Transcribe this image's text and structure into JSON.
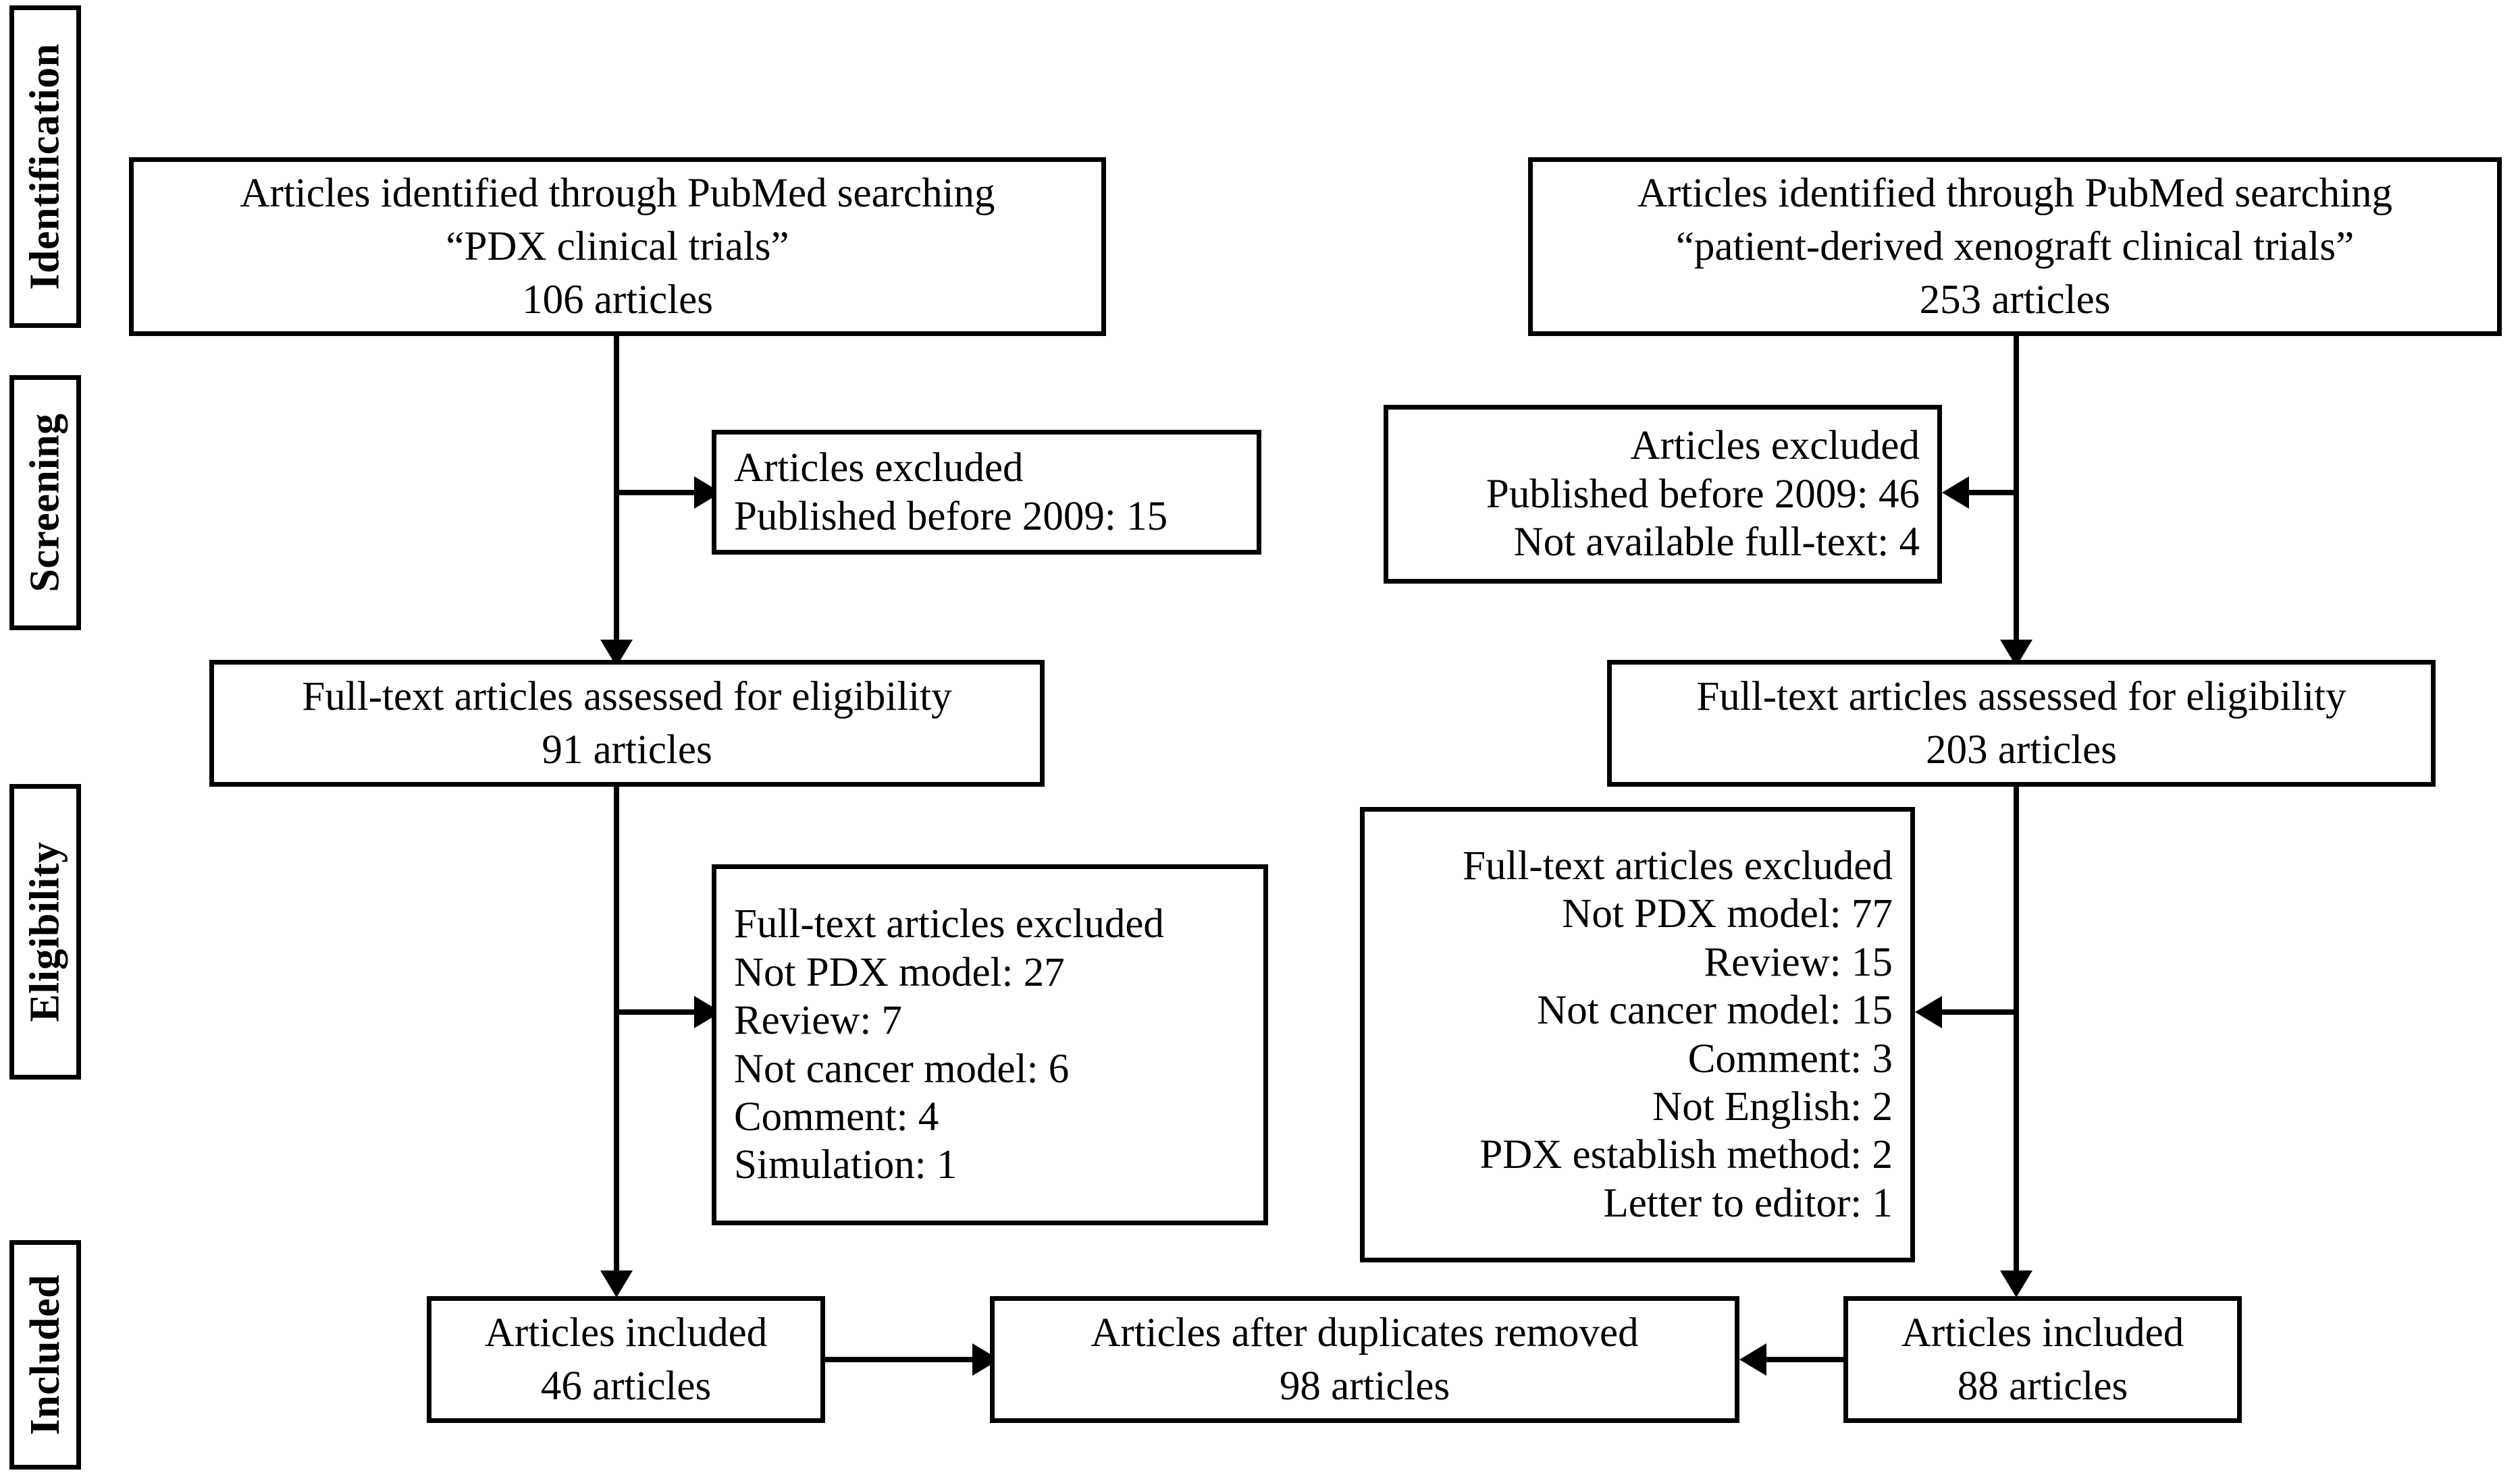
{
  "diagram": {
    "type": "prisma-flow-diagram",
    "title": "PRISMA flow diagram of article selection"
  },
  "stages": [
    {
      "id": "identification",
      "label": "Identification"
    },
    {
      "id": "screening",
      "label": "Screening"
    },
    {
      "id": "eligibility",
      "label": "Eligibility"
    },
    {
      "id": "included",
      "label": "Included"
    }
  ],
  "left_branch": {
    "identified": {
      "lines": [
        "Articles identified through PubMed searching",
        "“PDX clinical trials”",
        "106 articles"
      ],
      "count": 106
    },
    "screening_excluded": {
      "lines": [
        "Articles excluded",
        "Published before 2009: 15"
      ],
      "reasons": [
        {
          "label": "Published before 2009",
          "count": 15
        }
      ]
    },
    "assessed": {
      "lines": [
        "Full-text articles assessed for eligibility",
        "91 articles"
      ],
      "count": 91
    },
    "eligibility_excluded": {
      "lines": [
        "Full-text articles excluded",
        "Not PDX model: 27",
        "Review: 7",
        "Not cancer model: 6",
        "Comment: 4",
        "Simulation: 1"
      ],
      "reasons": [
        {
          "label": "Not PDX model",
          "count": 27
        },
        {
          "label": "Review",
          "count": 7
        },
        {
          "label": "Not cancer model",
          "count": 6
        },
        {
          "label": "Comment",
          "count": 4
        },
        {
          "label": "Simulation",
          "count": 1
        }
      ]
    },
    "included": {
      "lines": [
        "Articles included",
        "46 articles"
      ],
      "count": 46
    }
  },
  "right_branch": {
    "identified": {
      "lines": [
        "Articles identified through PubMed searching",
        "“patient-derived xenograft clinical trials”",
        "253 articles"
      ],
      "count": 253
    },
    "screening_excluded": {
      "lines": [
        "Articles excluded",
        "Published before 2009: 46",
        "Not available full-text: 4"
      ],
      "reasons": [
        {
          "label": "Published before 2009",
          "count": 46
        },
        {
          "label": "Not available full-text",
          "count": 4
        }
      ]
    },
    "assessed": {
      "lines": [
        "Full-text articles assessed for eligibility",
        "203 articles"
      ],
      "count": 203
    },
    "eligibility_excluded": {
      "lines": [
        "Full-text articles excluded",
        "Not PDX model: 77",
        "Review: 15",
        "Not cancer model: 15",
        "Comment: 3",
        "Not English: 2",
        "PDX establish method: 2",
        "Letter to editor: 1"
      ],
      "reasons": [
        {
          "label": "Not PDX model",
          "count": 77
        },
        {
          "label": "Review",
          "count": 15
        },
        {
          "label": "Not cancer model",
          "count": 15
        },
        {
          "label": "Comment",
          "count": 3
        },
        {
          "label": "Not English",
          "count": 2
        },
        {
          "label": "PDX establish method",
          "count": 2
        },
        {
          "label": "Letter to editor",
          "count": 1
        }
      ]
    },
    "included": {
      "lines": [
        "Articles included",
        "88 articles"
      ],
      "count": 88
    }
  },
  "merged": {
    "lines": [
      "Articles after duplicates removed",
      "98 articles"
    ],
    "count": 98
  },
  "colors": {
    "stroke": "#000000",
    "background": "#ffffff",
    "text": "#000000"
  }
}
